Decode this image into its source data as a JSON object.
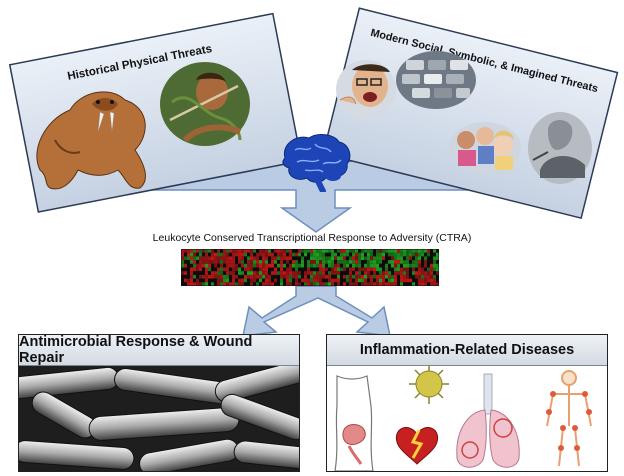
{
  "panels": {
    "historical": {
      "title": "Historical Physical Threats",
      "images": [
        "saber-tooth-tiger",
        "archer-hunter"
      ]
    },
    "modern": {
      "title": "Modern Social, Symbolic, & Imagined Threats",
      "images": [
        "angry-man",
        "traffic-jam",
        "children-group",
        "elderly-person"
      ]
    }
  },
  "center": {
    "icon": "brain-icon",
    "ctra_label": "Leukocyte Conserved Transcriptional Response to Adversity (CTRA)",
    "heatmap": {
      "colors": {
        "green": "#1fa21f",
        "red": "#c41818",
        "black": "#0c0c0c"
      }
    }
  },
  "outcomes": {
    "left": {
      "title": "Antimicrobial Response & Wound Repair",
      "image": "bacteria-micrograph"
    },
    "right": {
      "title": "Inflammation-Related Diseases",
      "icons": [
        "body-outline-icon",
        "virus-icon",
        "lung-icon",
        "skeleton-icon",
        "broken-heart-icon"
      ]
    }
  },
  "colors": {
    "arrow_fill": "#b9cce4",
    "arrow_stroke": "#6e8fbd",
    "brain": "#1d45b8",
    "panel_gradient_top": "#e2eaf4",
    "panel_gradient_bottom": "#c7d3e3"
  }
}
